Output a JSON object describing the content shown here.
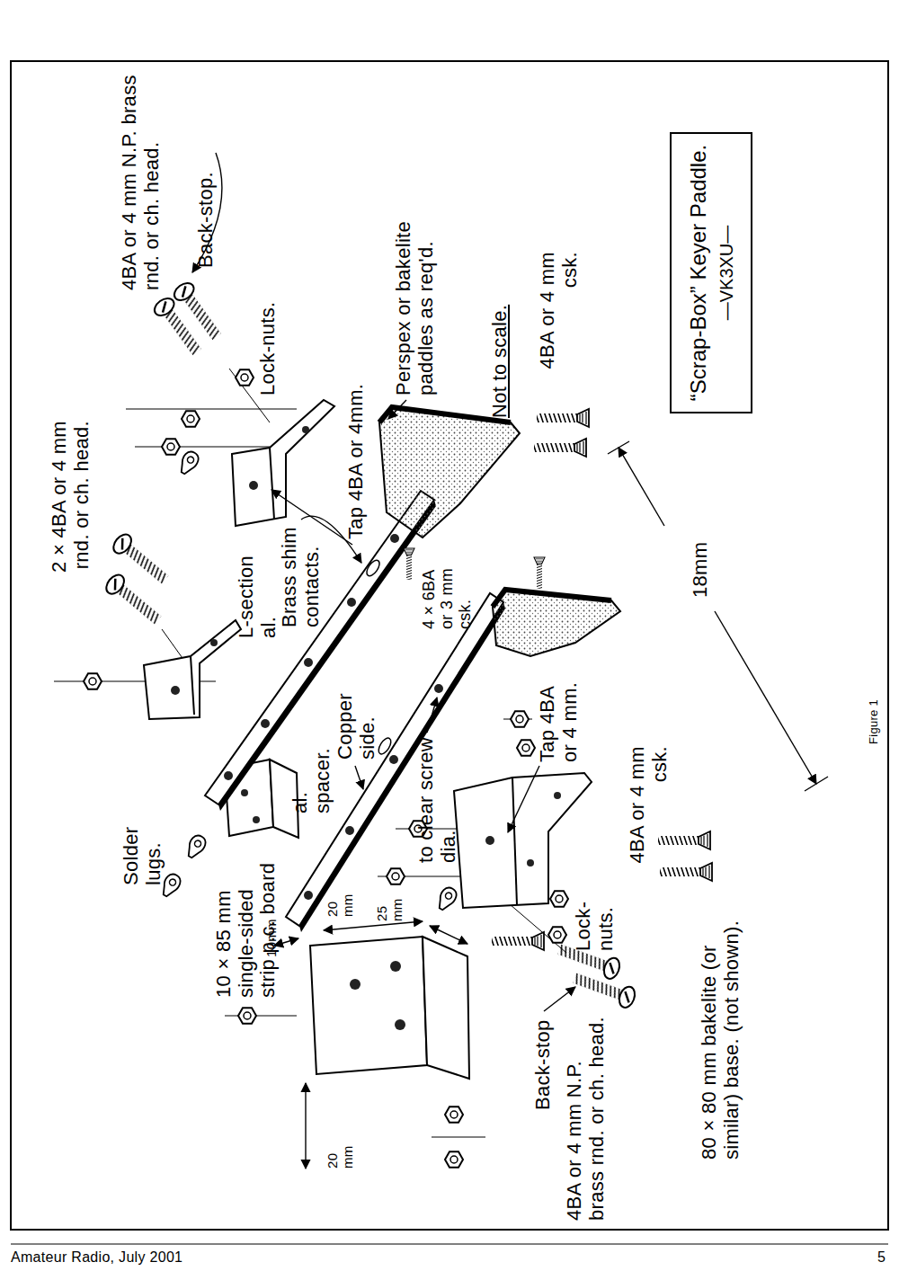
{
  "diagram": {
    "caption": "Figure 1",
    "nodes": [
      {
        "text": [
          "“Scrap-Box” Keyer Paddle.",
          "—VK3XU—"
        ]
      }
    ],
    "labels": [
      "4BA or 4 mm N.P. brass rnd. or ch. head.",
      "Back-stop.",
      "Lock-nuts.",
      "2 × 4BA or 4 mm rnd. or ch. head.",
      "Tap 4BA or 4mm.",
      "Perspex or bakelite paddles as req'd.",
      "Not to scale.",
      "4BA or 4 mm csk.",
      "L-section al.",
      "Brass shim contacts.",
      "Copper side.",
      "4 × 6BA or 3 mm csk.",
      "to clear screw dia.",
      "Tap 4BA or 4 mm.",
      "18mm",
      "4BA or 4 mm csk.",
      "Solder lugs.",
      "al. spacer.",
      "10 × 85 mm single-sided strip p.c. board",
      "10mm",
      "20 mm",
      "25 mm",
      "20 mm",
      "Lock-nuts.",
      "Back-stop",
      "4BA or 4 mm N.P. brass rnd. or ch. head.",
      "80 × 80 mm bakelite (or similar) base. (not shown).",
      "Amateur Radio, July 2001",
      "5"
    ]
  }
}
